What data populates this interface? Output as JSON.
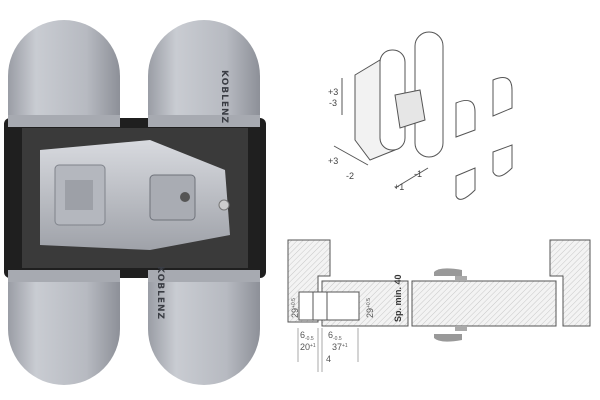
{
  "product": {
    "brand_mark": "KOBLENZ",
    "colors": {
      "finish": "#b9bcc3",
      "body": "#2a2a2a"
    }
  },
  "exploded_view": {
    "adjust_vertical": {
      "plus": "+3",
      "minus": "-3"
    },
    "adjust_depth": {
      "plus": "+3",
      "minus": "-2"
    },
    "adjust_lateral": {
      "plus": "+1",
      "minus": "-1"
    }
  },
  "section_drawing": {
    "height_29": {
      "value": "29",
      "tol_up": "+0.5",
      "tol_down": "0"
    },
    "height_29_door": {
      "value": "29",
      "tol_up": "+0.5",
      "tol_down": "0"
    },
    "door_thickness": "Sp. min. 40",
    "depth_6_frame": {
      "value": "6",
      "tol_up": "0",
      "tol_down": "-0.5"
    },
    "depth_6_door": {
      "value": "6",
      "tol_up": "0",
      "tol_down": "-0.5"
    },
    "depth_20": {
      "value": "20",
      "tol_up": "+1",
      "tol_down": "0"
    },
    "depth_37": {
      "value": "37",
      "tol_up": "+1",
      "tol_down": "0"
    },
    "gap_4": "4"
  }
}
